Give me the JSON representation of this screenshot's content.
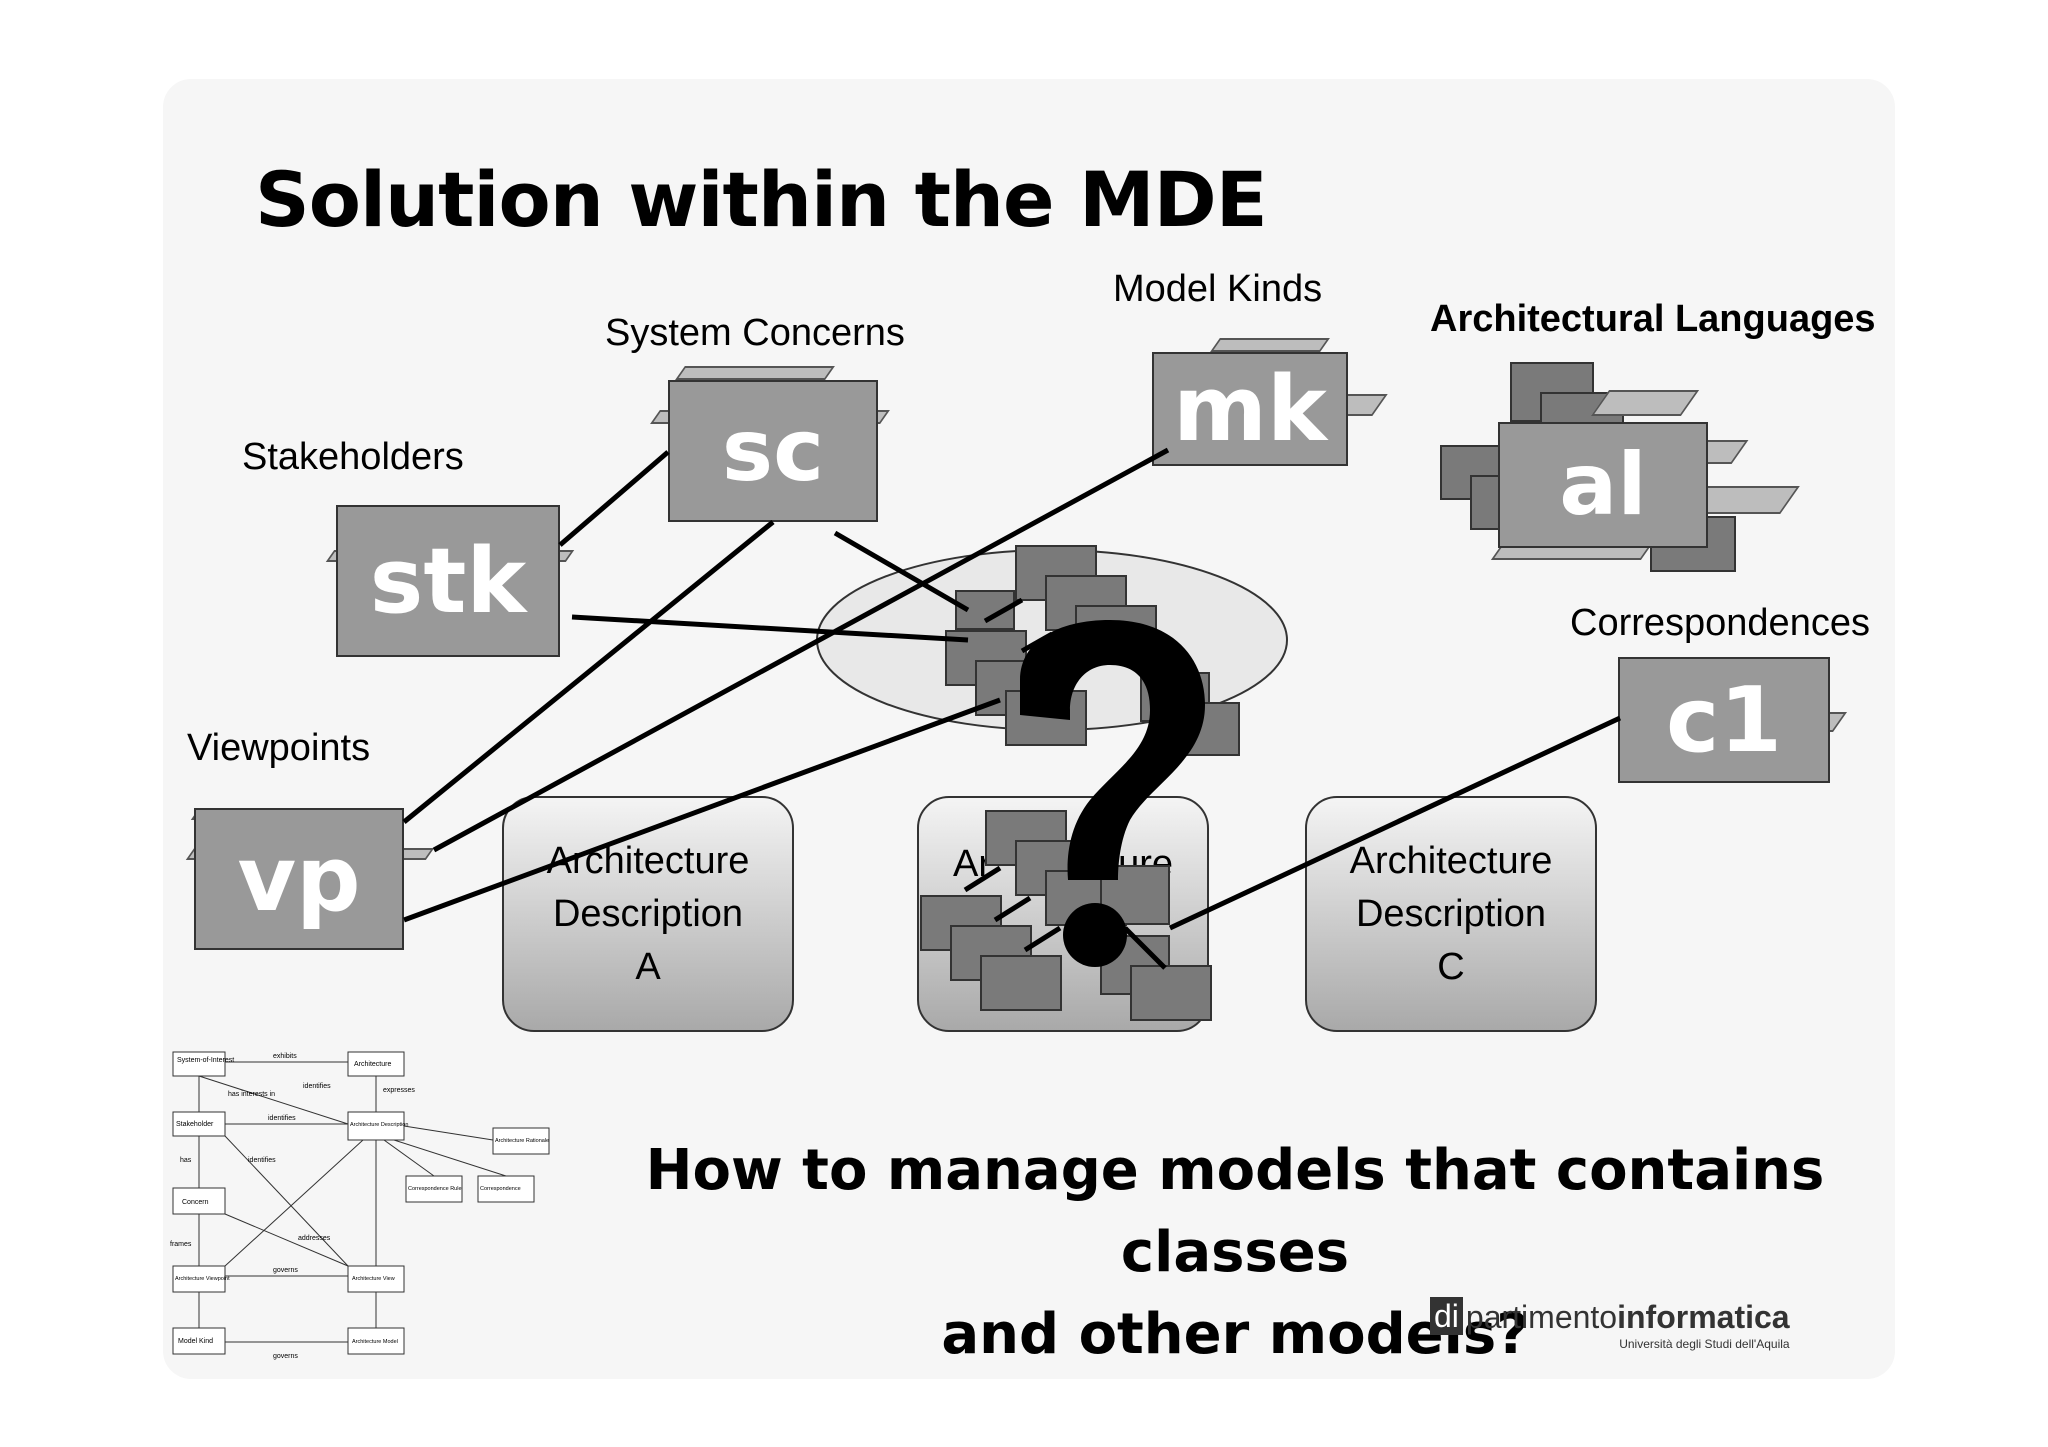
{
  "slide": {
    "title": "Solution within the MDE",
    "question": "How to manage models that contains classes and other models?",
    "question_line1": "How to manage models that contains classes",
    "question_line2": "and other models?",
    "question_mark": "?"
  },
  "labels": {
    "stakeholders": "Stakeholders",
    "system_concerns": "System Concerns",
    "model_kinds": "Model Kinds",
    "architectural_languages": "Architectural Languages",
    "correspondences": "Correspondences",
    "viewpoints": "Viewpoints"
  },
  "boxes": {
    "stk": "stk",
    "sc": "sc",
    "mk": "mk",
    "al": "al",
    "c1": "c1",
    "vp": "vp"
  },
  "descriptions": {
    "a": {
      "line1": "Architecture",
      "line2": "Description",
      "line3": "A"
    },
    "b": {
      "line1": "Ar",
      "line2": "ture"
    },
    "c": {
      "line1": "Architecture",
      "line2": "Description",
      "line3": "C"
    }
  },
  "uml": {
    "system_of_interest": "System-of-Interest",
    "architecture": "Architecture",
    "stakeholder": "Stakeholder",
    "architecture_description": "Architecture Description",
    "architecture_rationale": "Architecture Rationale",
    "concern": "Concern",
    "correspondence_rule": "Correspondence Rule",
    "correspondence": "Correspondence",
    "architecture_viewpoint": "Architecture Viewpoint",
    "architecture_view": "Architecture View",
    "model_kind": "Model Kind",
    "architecture_model": "Architecture Model",
    "exhibits": "exhibits",
    "has_interests_in": "has interests in",
    "identifies": "identifies",
    "expresses": "expresses",
    "has": "has",
    "frames": "frames",
    "addresses": "addresses",
    "governs": "governs"
  },
  "logo": {
    "prefix": "di",
    "main": "partimento",
    "bold": "informatica",
    "subtitle": "Università degli Studi dell'Aquila"
  },
  "colors": {
    "box_fill": "#999999",
    "dark_fill": "#7a7a7a",
    "slide_bg": "#f6f6f6"
  }
}
